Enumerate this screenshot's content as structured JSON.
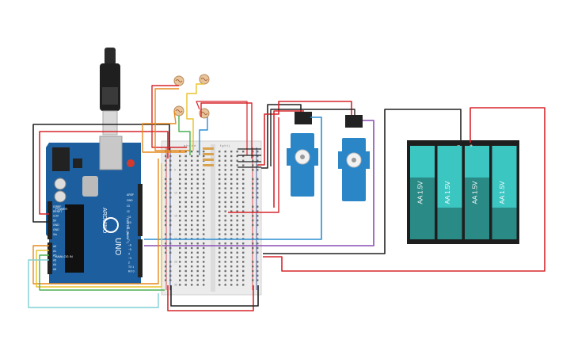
{
  "arduino": {
    "brand": "ARDUINO",
    "model": "UNO",
    "header_labels": [
      "AREF",
      "GND",
      "13",
      "12",
      "~11",
      "~10",
      "~9",
      "8"
    ],
    "header_labels_2": [
      "7",
      "~6",
      "~5",
      "4",
      "~3",
      "2",
      "TX 1",
      "RX 0"
    ],
    "power_labels": [
      "IOREF",
      "RESET",
      "3.3V",
      "5V",
      "GND",
      "GND",
      "Vin"
    ],
    "analog_labels": [
      "A0",
      "A1",
      "A2",
      "A3",
      "A4",
      "A5"
    ],
    "digital_label": "DIGITAL (PWM ~)",
    "analog_label": "ANALOG IN",
    "power_label": "POWER"
  },
  "breadboard": {
    "col_letters_left": "a b c d e",
    "col_letters_right": "f g h i j",
    "row_numbers": [
      "1",
      "5",
      "10",
      "15",
      "20",
      "25",
      "30"
    ]
  },
  "battery": {
    "cells": [
      "AA 1.5V",
      "AA 1.5V",
      "AA 1.5V",
      "AA 1.5V"
    ],
    "plus": "+",
    "minus": "−"
  },
  "colors": {
    "board_blue": "#1d5f9e",
    "servo_blue": "#2b86c8",
    "battery_teal": "#3cc6c2",
    "battery_dark": "#2a8a86",
    "wire_red": "#d7262b",
    "wire_black": "#222222",
    "wire_yellow": "#e8c22a",
    "wire_orange": "#e58a1f",
    "wire_green": "#4caf50",
    "wire_blue": "#2c8fd3",
    "wire_purple": "#8a4fb5",
    "wire_cyan": "#7fd1d6"
  }
}
